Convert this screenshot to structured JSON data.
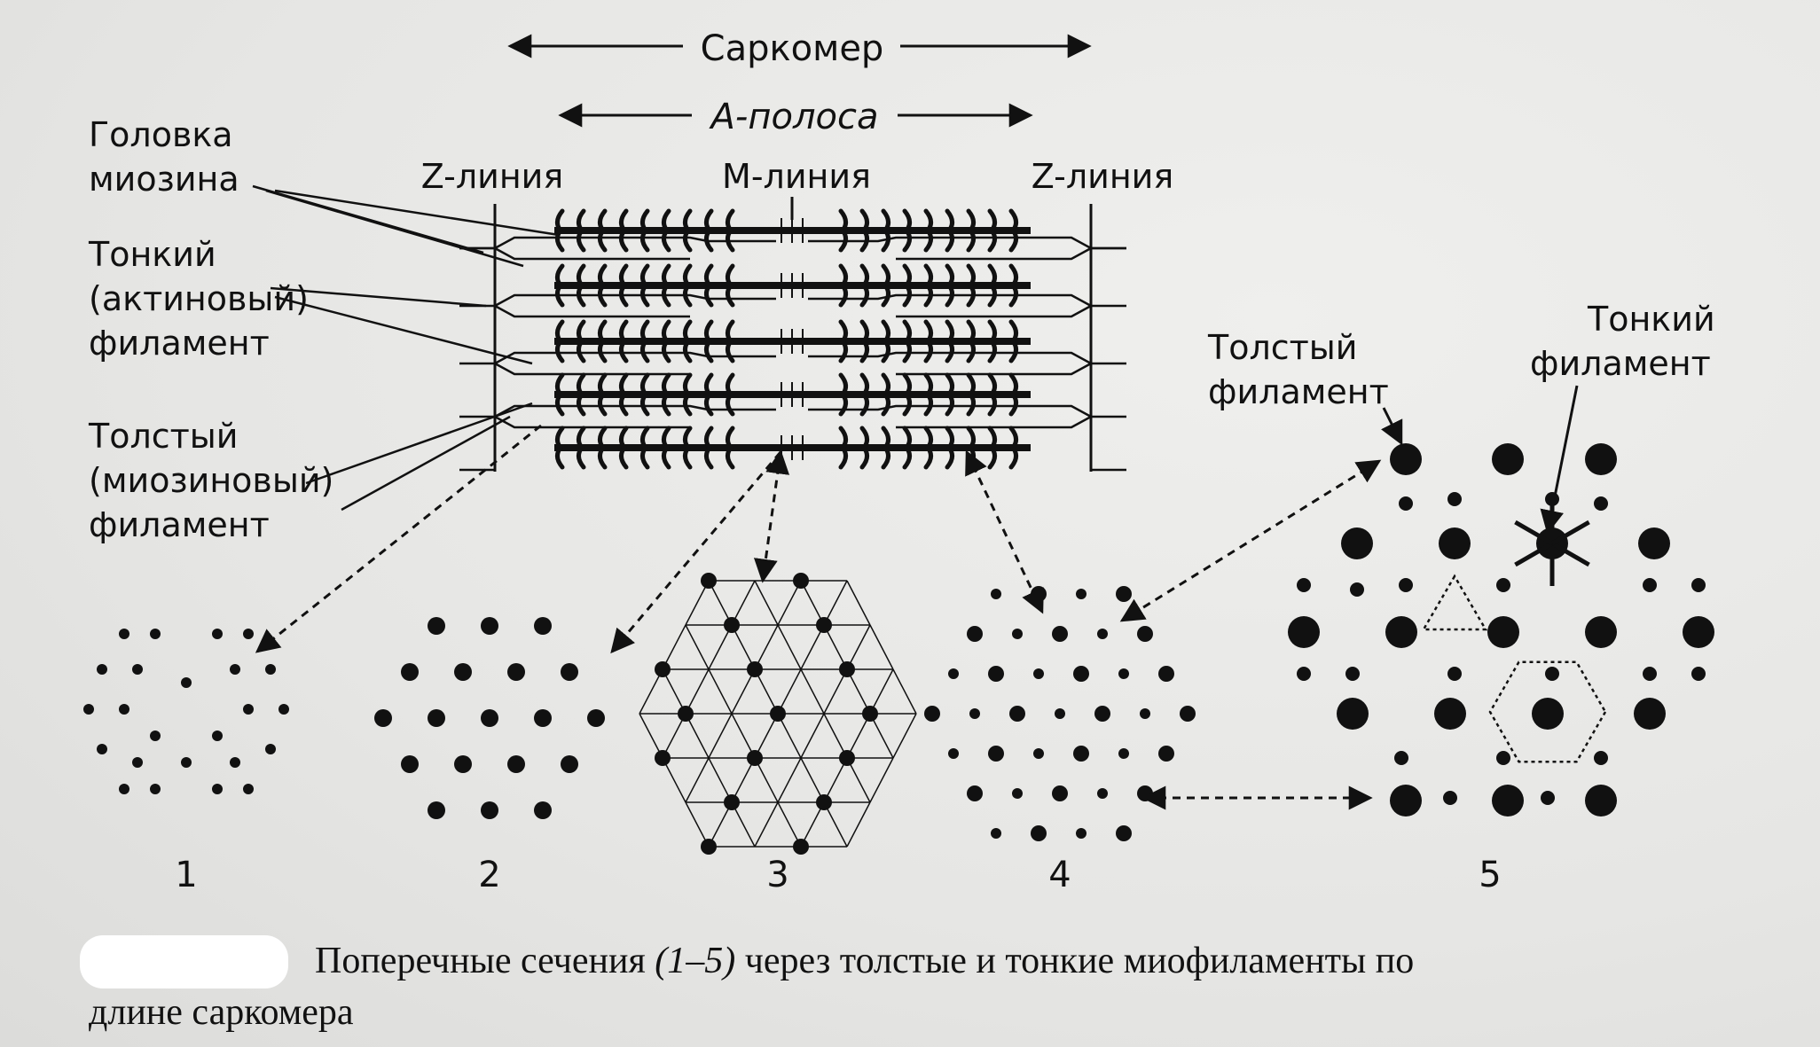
{
  "labels": {
    "sarcomere": "Саркомер",
    "a_band": "А-полоса",
    "z_line_left": "Z-линия",
    "m_line": "М-линия",
    "z_line_right": "Z-линия",
    "myosin_head": [
      "Головка",
      "миозина"
    ],
    "thin_filament_left": [
      "Тонкий",
      "(актиновый)",
      "филамент"
    ],
    "thick_filament_left": [
      "Толстый",
      "(миозиновый)",
      "филамент"
    ],
    "thick_filament_right": [
      "Толстый",
      "филамент"
    ],
    "thin_filament_right": [
      "Тонкий",
      "филамент"
    ]
  },
  "section_numbers": [
    "1",
    "2",
    "3",
    "4",
    "5"
  ],
  "caption": {
    "line1_a": "Поперечные сечения ",
    "line1_b": "(1–5)",
    "line1_c": " через толстые и тонкие миофиламенты по",
    "line2": "длине саркомера"
  }
}
